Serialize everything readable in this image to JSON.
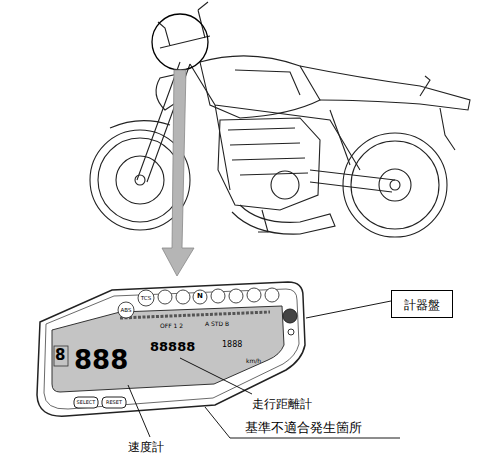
{
  "diagram": {
    "nodes": [
      {
        "text": [
          "計器盤"
        ]
      }
    ],
    "labels": [
      "走行距離計",
      "基準不適合発生箇所",
      "速度計",
      "ABS",
      "TCS",
      "N",
      "OFF 1 2",
      "A STD B",
      "888",
      "88888",
      "1888",
      "km/h",
      "8",
      "SELECT",
      "RESET"
    ]
  }
}
